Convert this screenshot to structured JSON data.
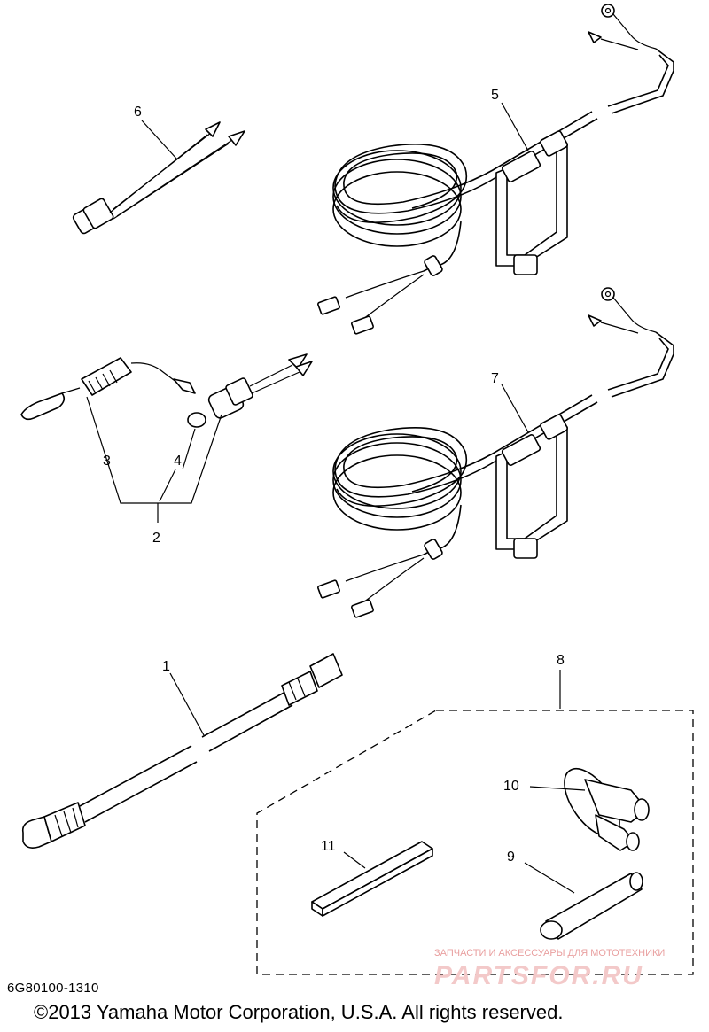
{
  "callouts": {
    "c1": "1",
    "c2": "2",
    "c3": "3",
    "c4": "4",
    "c5": "5",
    "c6": "6",
    "c7": "7",
    "c8": "8",
    "c9": "9",
    "c10": "10",
    "c11": "11"
  },
  "footer": {
    "code": "6G80100-1310",
    "copyright": "©2013 Yamaha Motor Corporation, U.S.A. All rights reserved."
  },
  "watermark": {
    "tagline": "ЗАПЧАСТИ И АКСЕССУАРЫ ДЛЯ МОТОТЕХНИКИ",
    "logo": "PARTSFOR.RU"
  }
}
